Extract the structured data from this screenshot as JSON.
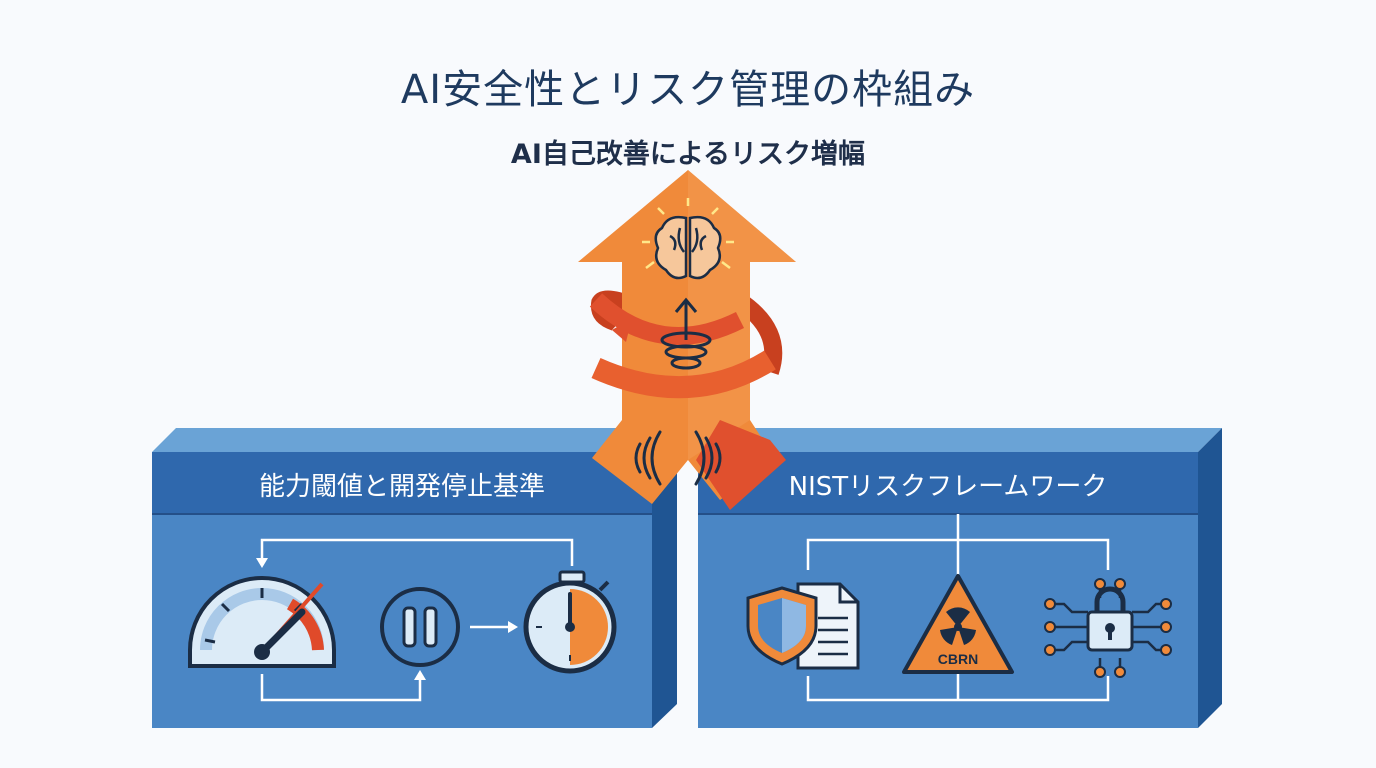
{
  "title": "AI安全性とリスク管理の枠組み",
  "subtitle": "AI自己改善によるリスク増幅",
  "panels": {
    "left": {
      "label": "能力閾値と開発停止基準"
    },
    "right": {
      "label": "NISTリスクフレームワーク"
    }
  },
  "icons": {
    "hazard_text": "CBRN"
  },
  "colors": {
    "panel_blue": "#3f7dbf",
    "panel_header": "#2f68ad",
    "arrow_orange": "#f08a3a",
    "ribbon_red": "#e0502e",
    "title_navy": "#1e3a5f"
  }
}
